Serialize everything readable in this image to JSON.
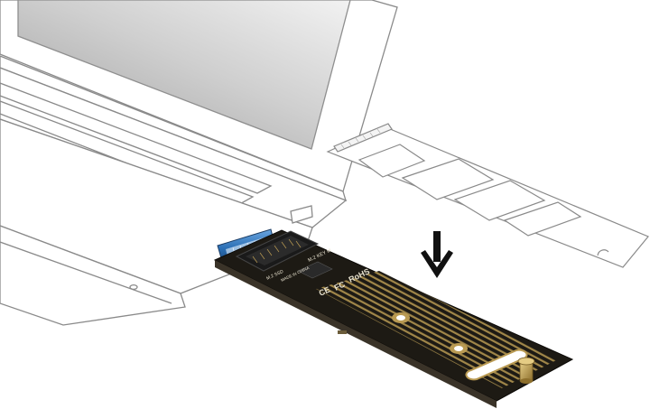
{
  "board": {
    "label_top": "M.2 KEY M",
    "label_mid": "M.2 SSD",
    "label_rohs": "RoHS",
    "label_fc": "FC",
    "label_ce": "CE",
    "label_made": "MADE IN CHINA"
  },
  "icons": {
    "arrow": "arrow-down-icon"
  },
  "colors": {
    "outline": "#8a8a8a",
    "screen_dark": "#a9a9a9",
    "screen_light": "#efefef",
    "pcb": "#1d1a14",
    "gold": "#b99a52",
    "connector_blue": "#2b6fb5",
    "arrow": "#111111"
  }
}
